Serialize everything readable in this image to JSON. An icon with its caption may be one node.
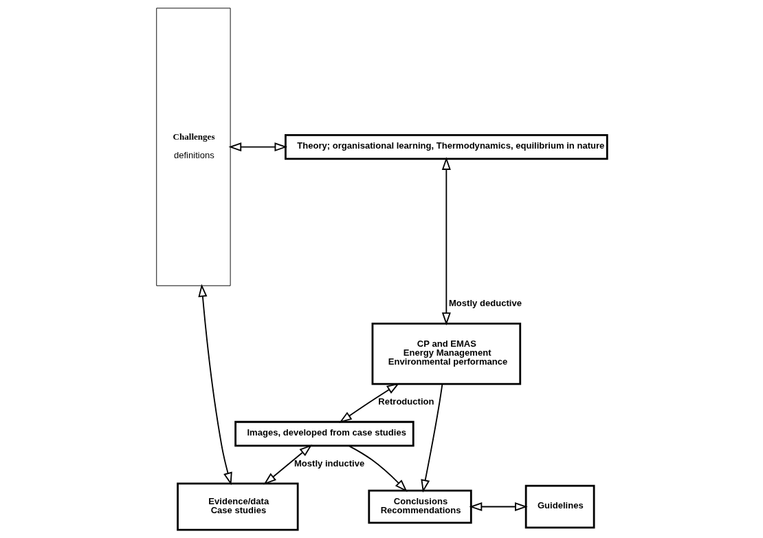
{
  "diagram": {
    "nodes": [
      {
        "text": [
          "Challenges",
          "definitions"
        ]
      },
      {
        "text": [
          "Theory; organisational learning, Thermodynamics, equilibrium in nature"
        ]
      },
      {
        "text": [
          "CP and EMAS",
          "Energy Management",
          "Environmental performance"
        ]
      },
      {
        "text": [
          "Conclusions",
          "Recommendations"
        ]
      },
      {
        "text": [
          "Guidelines"
        ]
      },
      {
        "text": [
          "Images, developed from case studies"
        ]
      },
      {
        "text": [
          "Evidence/data",
          "Case studies"
        ]
      }
    ],
    "edges": [
      {
        "from": 0,
        "to": 1,
        "arrow": "both"
      },
      {
        "from": 1,
        "to": 2,
        "arrow": "both",
        "label": "Mostly deductive"
      },
      {
        "from": 2,
        "to": 5,
        "arrow": "both",
        "label": "Retroduction"
      },
      {
        "from": 2,
        "to": 3,
        "arrow": "to"
      },
      {
        "from": 5,
        "to": 3,
        "arrow": "to"
      },
      {
        "from": 3,
        "to": 4,
        "arrow": "both"
      },
      {
        "from": 5,
        "to": 6,
        "arrow": "both",
        "label": "Mostly inductive"
      },
      {
        "from": 0,
        "to": 6,
        "arrow": "both"
      }
    ]
  }
}
